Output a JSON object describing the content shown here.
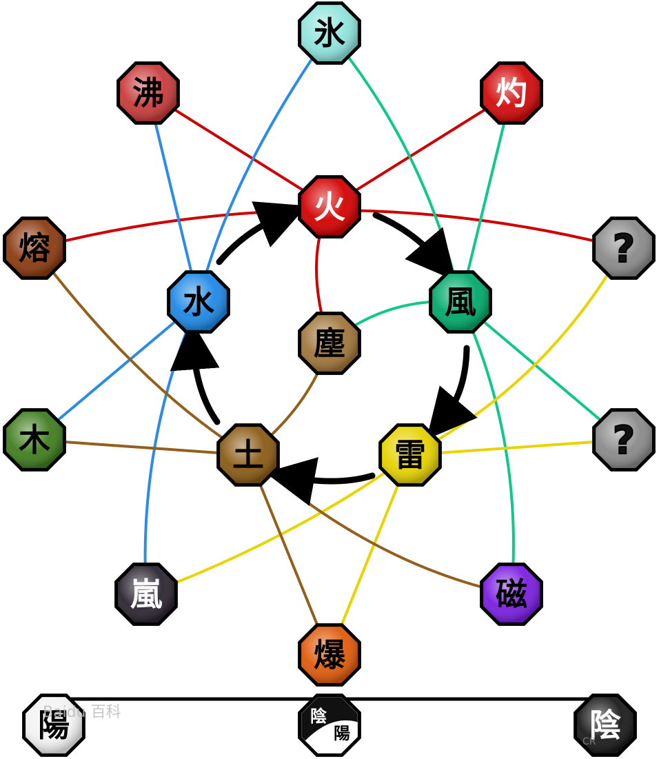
{
  "nodes": {
    "fire": {
      "label": "火",
      "color": "#d40000"
    },
    "wind": {
      "label": "風",
      "color": "#00a86b"
    },
    "lightning": {
      "label": "雷",
      "color": "#e6d200"
    },
    "earth": {
      "label": "土",
      "color": "#8a5a14"
    },
    "water": {
      "label": "水",
      "color": "#1e88e5"
    },
    "dust": {
      "label": "塵",
      "color": "#a0753a"
    },
    "ice": {
      "label": "氷",
      "color": "#8fe3dc"
    },
    "boil": {
      "label": "沸",
      "color": "#c83a3a"
    },
    "scorch": {
      "label": "灼",
      "color": "#d10a0a"
    },
    "lava": {
      "label": "熔",
      "color": "#8b3a10"
    },
    "unknown1": {
      "label": "?",
      "color": "#8a8a8a"
    },
    "unknown2": {
      "label": "?",
      "color": "#8a8a8a"
    },
    "wood": {
      "label": "木",
      "color": "#3f7d1e"
    },
    "storm": {
      "label": "嵐",
      "color": "#2a2430"
    },
    "magnet": {
      "label": "磁",
      "color": "#7a1de0"
    },
    "explosion": {
      "label": "爆",
      "color": "#e05a0a"
    },
    "yang": {
      "label": "陽",
      "color": "#f2f2f2"
    },
    "yin": {
      "label": "陰",
      "color": "#1a1a1a"
    },
    "yinyang": {
      "label_yin": "陰",
      "label_yang": "陽"
    }
  },
  "line_colors": {
    "fire": "#cc0000",
    "water": "#2a8be8",
    "wind": "#10c88a",
    "lightning": "#e8d400",
    "earth": "#93601c",
    "base": "#000000"
  },
  "watermark": {
    "left": "Baidu 百科",
    "right": "CR"
  }
}
